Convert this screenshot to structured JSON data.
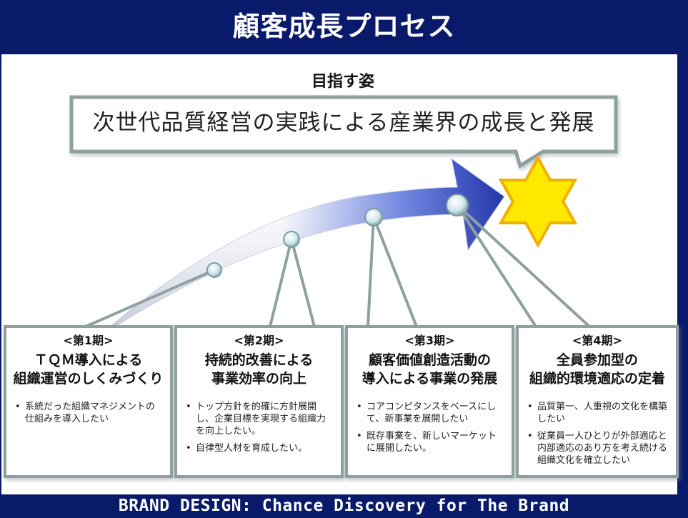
{
  "header": {
    "title": "顧客成長プロセス"
  },
  "goal": {
    "heading": "目指す姿",
    "statement": "次世代品質経営の実践による産業界の成長と発展"
  },
  "phases": [
    {
      "label": "<第1期>",
      "title_lines": [
        "ＴＱＭ導入による",
        "組織運営のしくみづくり"
      ],
      "points": [
        "系統だった組織マネジメントの仕組みを導入したい"
      ]
    },
    {
      "label": "<第2期>",
      "title_lines": [
        "持続的改善による",
        "事業効率の向上"
      ],
      "points": [
        "トップ方針を的確に方針展開し、企業目標を実現する組織力を向上したい。",
        "自律型人材を育成したい。"
      ]
    },
    {
      "label": "<第3期>",
      "title_lines": [
        "顧客価値創造活動の",
        "導入による事業の発展"
      ],
      "points": [
        "コアコンピタンスをベースにして、新事業を展開したい",
        "既存事業を、新しいマーケットに展開したい。"
      ]
    },
    {
      "label": "<第4期>",
      "title_lines": [
        "全員参加型の",
        "組織的環境適応の定着"
      ],
      "points": [
        "品質第一、人重視の文化を構築したい",
        "従業員一人ひとりが外部適応と内部適応のあり方を考え続ける組織文化を確立したい"
      ]
    }
  ],
  "footer": {
    "text": "BRAND DESIGN: Chance Discovery for The Brand"
  },
  "colors": {
    "frame": "#0a1a6b",
    "arrow_dark": "#1a2fa8",
    "arrow_light": "#ffffff",
    "star": "#ffe800",
    "star_stroke": "#f0b000",
    "callout_border": "#8fa0a0"
  },
  "icons": {
    "goal_marker": "star-icon",
    "milestone": "milestone-bead-icon"
  }
}
